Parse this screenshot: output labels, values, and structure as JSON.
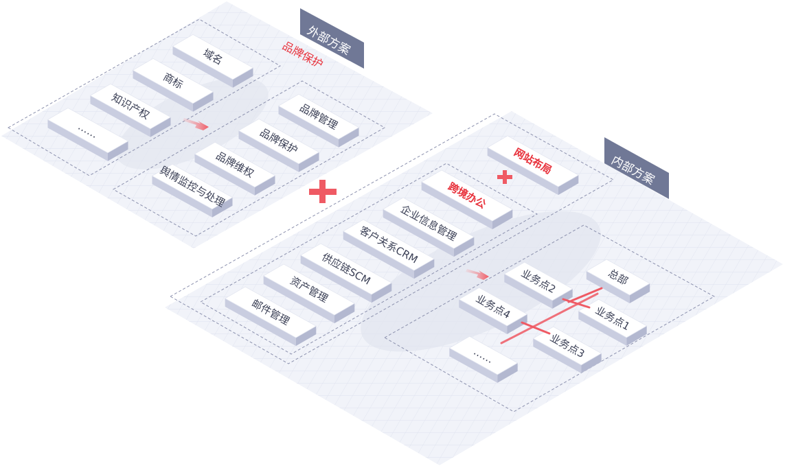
{
  "external": {
    "tag": "外部方案",
    "brand_title": "品牌保护",
    "left_items": [
      "域名",
      "商标",
      "知识产权",
      "……"
    ],
    "right_items": [
      "品牌管理",
      "品牌保护",
      "品牌维权",
      "舆情监控与处理"
    ]
  },
  "internal": {
    "tag": "内部方案",
    "website_layout": "网站布局",
    "cross_border_office": "跨境办公",
    "systems": [
      "企业信息管理",
      "客户关系CRM",
      "供应链SCM",
      "资产管理",
      "邮件管理"
    ],
    "network": {
      "hq": "总部",
      "point1": "业务点1",
      "point2": "业务点2",
      "point3": "业务点3",
      "point4": "业务点4",
      "more": "……"
    }
  },
  "colors": {
    "accent_red": "#e8323c",
    "tag_bg": "#707896",
    "card_top": "#ffffff",
    "card_side": "#d9dceb",
    "platform": "#eef0f7"
  }
}
